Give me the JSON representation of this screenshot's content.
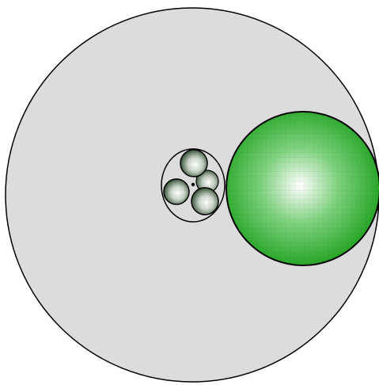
{
  "scene": {
    "background": "#ffffff",
    "outline_color": "#000000",
    "outer_circle": {
      "fill": "#dcdcdc",
      "shape": "circle"
    },
    "large_sphere": {
      "shape": "sphere",
      "highlight": "#ffffff",
      "mid": "#7fd27f",
      "rim": "#1fa31f",
      "texture": "pixelated"
    },
    "cluster": {
      "container_shape": "ellipse",
      "container_fill": "#dcdcdc",
      "spheres": [
        {
          "name": "top",
          "highlight": "#ffffff",
          "rim": "#1e3b1e"
        },
        {
          "name": "back-right",
          "highlight": "#ffffff",
          "rim": "#2f4a2f"
        },
        {
          "name": "left",
          "highlight": "#ffffff",
          "rim": "#1e3b1e"
        },
        {
          "name": "bottom-right",
          "highlight": "#ffffff",
          "rim": "#1e3b1e"
        }
      ],
      "center_dot": {
        "color": "#000000"
      }
    }
  }
}
